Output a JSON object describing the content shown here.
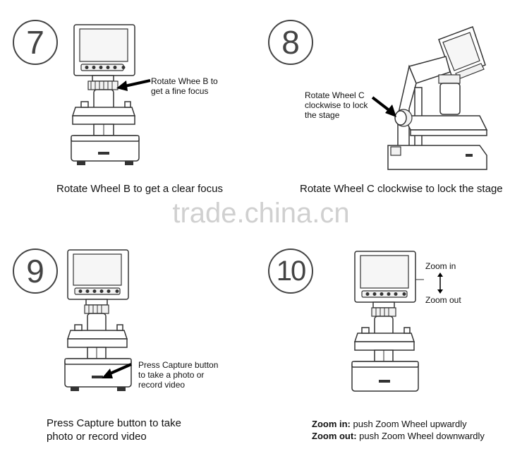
{
  "steps": [
    {
      "number": "7",
      "note": [
        "Rotate Whee B to",
        "get a fine focus"
      ],
      "caption": "Rotate Wheel B to get a clear focus"
    },
    {
      "number": "8",
      "note": [
        "Rotate Wheel C",
        "clockwise to lock",
        "the stage"
      ],
      "caption": "Rotate Wheel C clockwise to lock the stage"
    },
    {
      "number": "9",
      "note": [
        "Press Capture button",
        "to take a photo or",
        "record video"
      ],
      "caption": [
        "Press Capture button to take",
        "photo or record video"
      ]
    },
    {
      "number": "10",
      "zoom_in": "Zoom in",
      "zoom_out": "Zoom out",
      "caption_lines": [
        {
          "bold": "Zoom in:",
          "text": " push Zoom Wheel upwardly"
        },
        {
          "bold": "Zoom out:",
          "text": " push Zoom Wheel downwardly"
        }
      ]
    }
  ],
  "watermark": "trade.china.cn"
}
